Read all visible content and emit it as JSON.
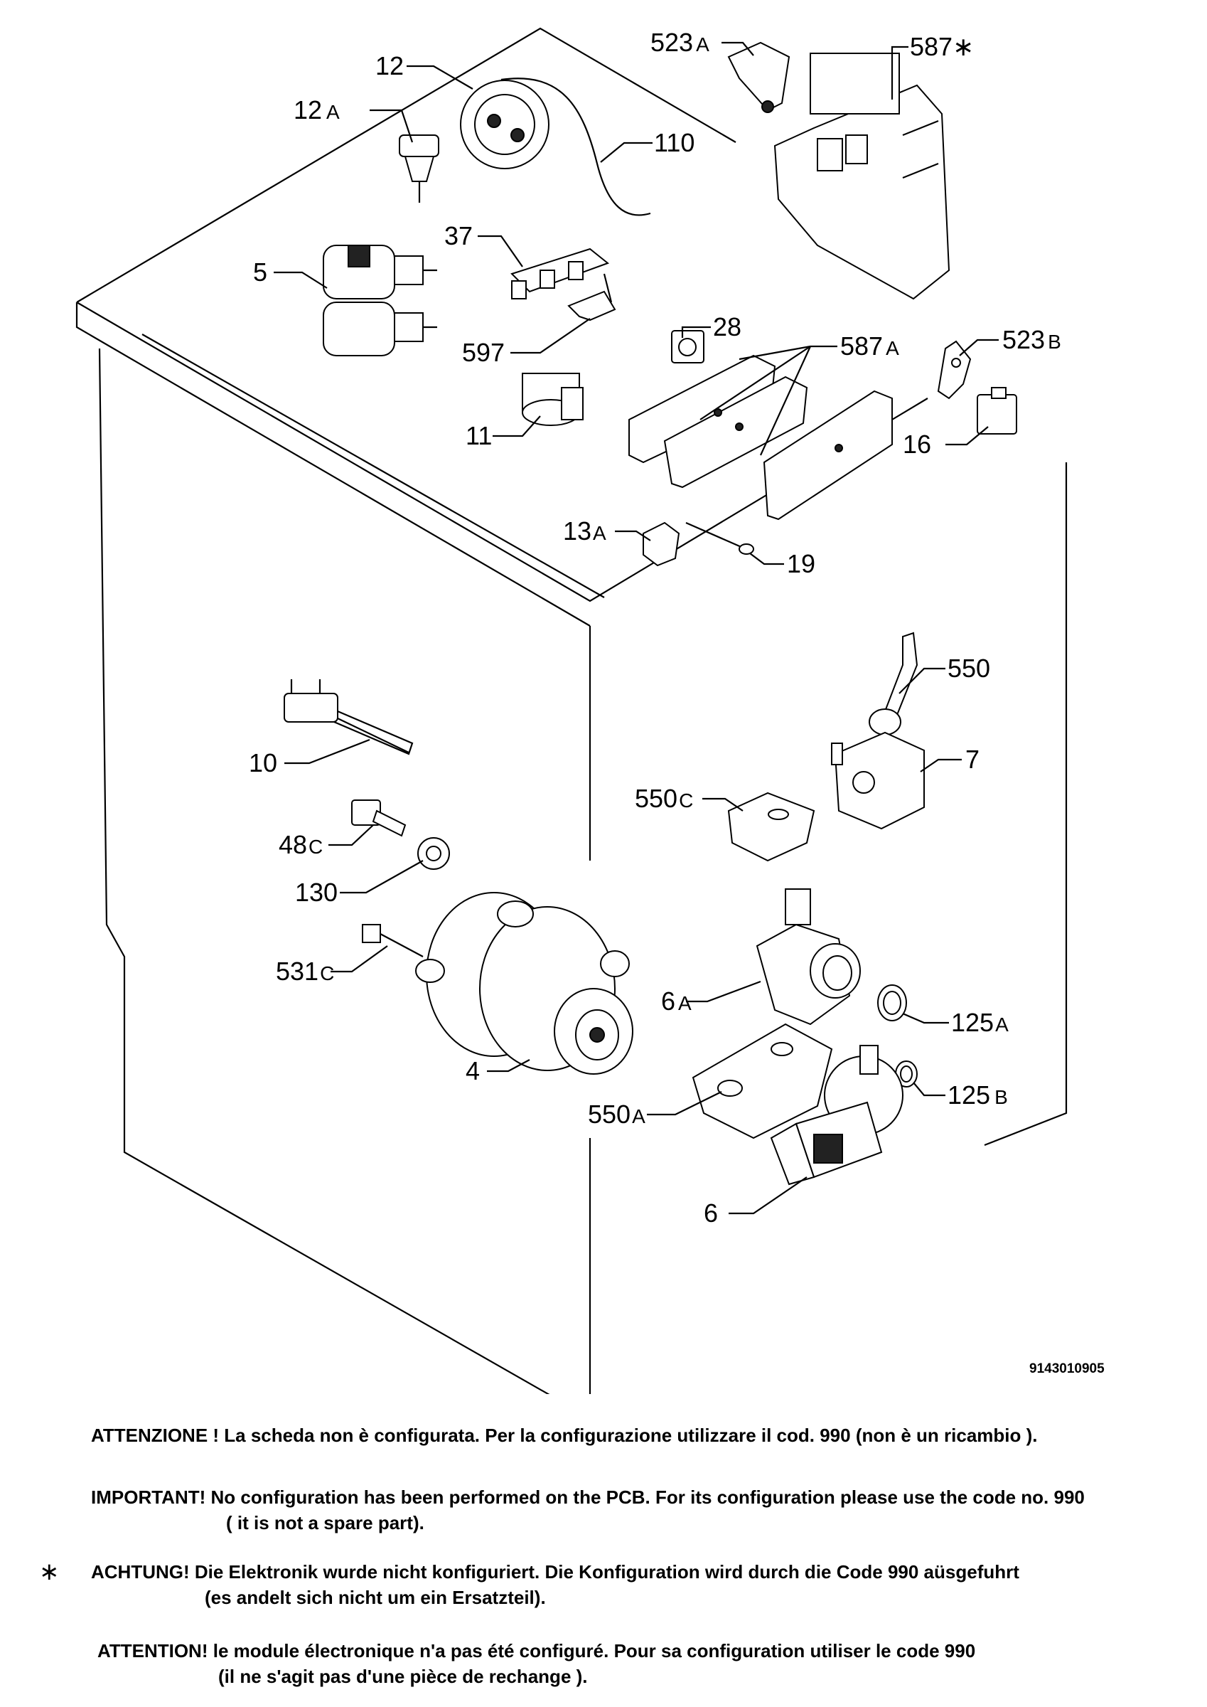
{
  "diagram": {
    "drawing_code": "9143010905",
    "labels": {
      "l12": "12",
      "l12a": "12",
      "l12a_s": "A",
      "l110": "110",
      "l5": "5",
      "l37": "37",
      "l597": "597",
      "l11": "11",
      "l28": "28",
      "l587a": "587",
      "l587a_s": "A",
      "l523a": "523",
      "l523a_s": "A",
      "l587star": "587∗",
      "l523b": "523",
      "l523b_s": "B",
      "l16": "16",
      "l13a": "13",
      "l13a_s": "A",
      "l19": "19",
      "l550": "550",
      "l7": "7",
      "l550c": "550",
      "l550c_s": "C",
      "l10": "10",
      "l48c": "48",
      "l48c_s": "C",
      "l130": "130",
      "l531c": "531",
      "l531c_s": "C",
      "l4": "4",
      "l6a": "6",
      "l6a_s": "A",
      "l125a": "125",
      "l125a_s": "A",
      "l125b": "125",
      "l125b_s": "B",
      "l550a": "550",
      "l550a_s": "A",
      "l6": "6"
    }
  },
  "notes": {
    "it": "ATTENZIONE ! La scheda non è  configurata. Per la configurazione utilizzare il cod. 990 (non è un ricambio ).",
    "en_1": "IMPORTANT! No configuration has been performed on the PCB. For its configuration please use the code no. 990",
    "en_2": "( it is not a spare part).",
    "asterisk": "∗",
    "de_1": "ACHTUNG! Die Elektronik wurde nicht konfiguriert. Die Konfiguration wird durch die Code 990 aüsgefuhrt",
    "de_2": "(es andelt sich nicht um ein Ersatzteil).",
    "fr_1": "ATTENTION! le module électronique n'a pas été configuré. Pour  sa configuration utiliser le code 990",
    "fr_2": "(il ne s'agit pas d'une pièce de rechange )."
  }
}
